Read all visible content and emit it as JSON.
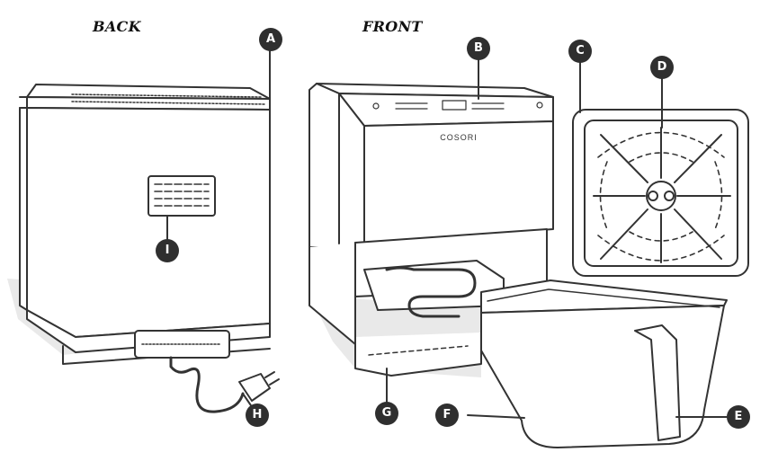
{
  "views": {
    "back": "BACK",
    "front": "FRONT"
  },
  "brand": "COSORI",
  "callouts": {
    "a": "A",
    "b": "B",
    "c": "C",
    "d": "D",
    "e": "E",
    "f": "F",
    "g": "G",
    "h": "H",
    "i": "I"
  },
  "colors": {
    "line": "#333333",
    "shadow": "#e6e6e6",
    "callout": "#2f2f2f"
  }
}
